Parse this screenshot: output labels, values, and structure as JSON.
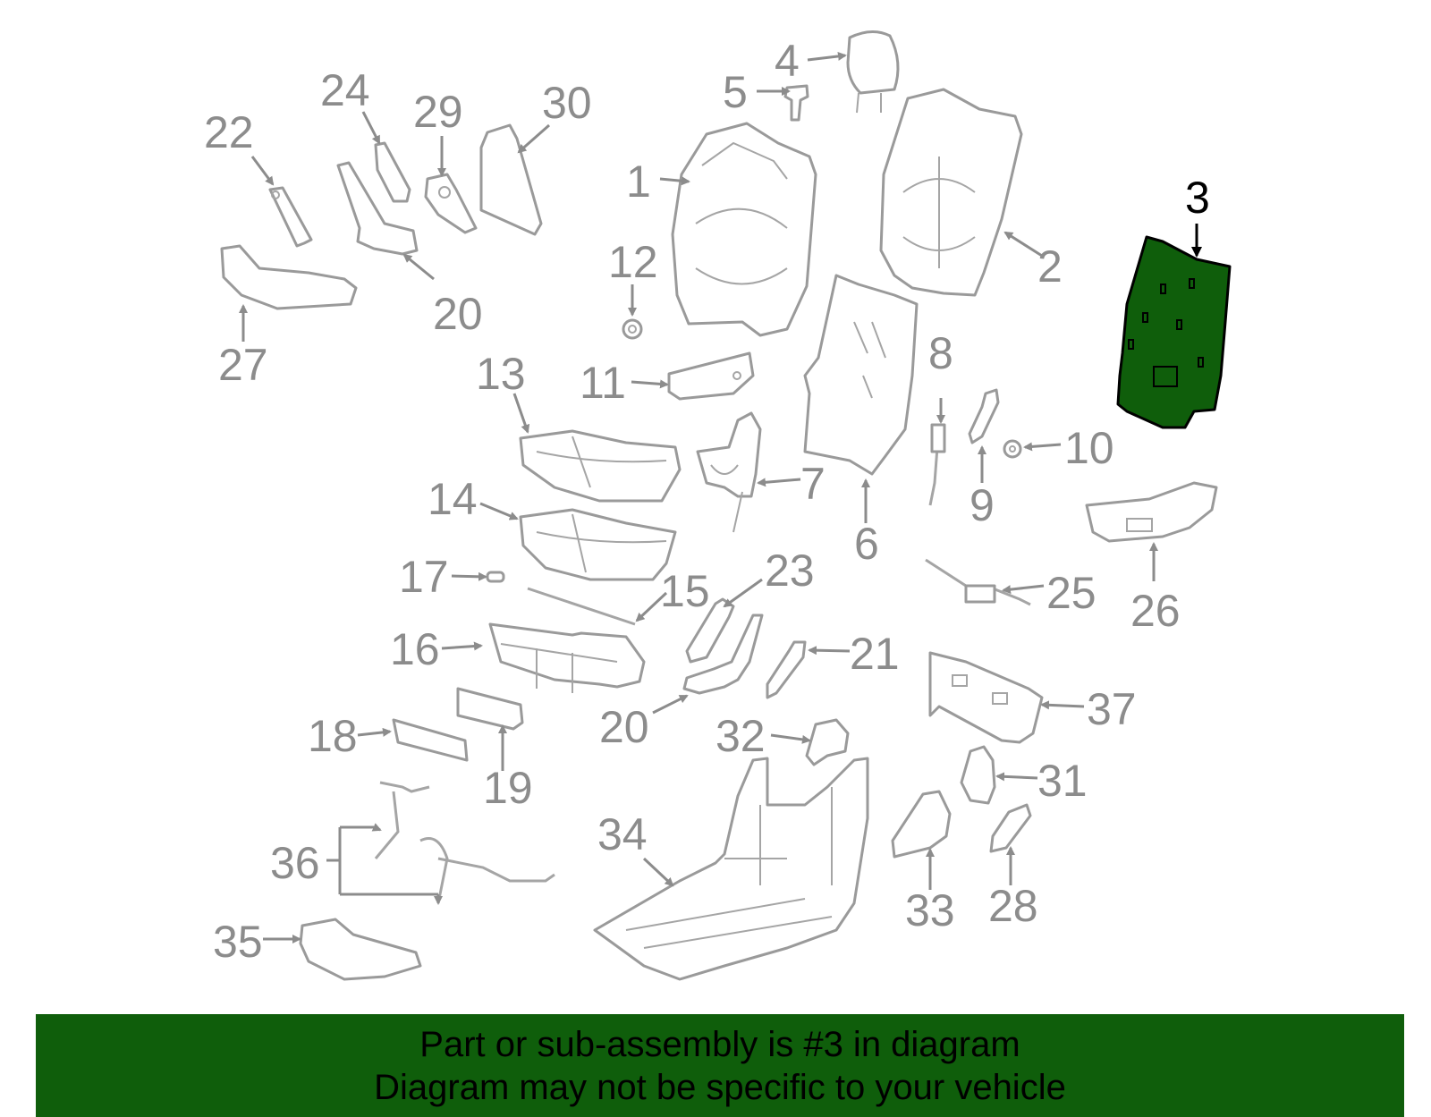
{
  "diagram": {
    "highlight_color": "#0f5e0b",
    "callouts": [
      "1",
      "2",
      "3",
      "4",
      "5",
      "6",
      "7",
      "8",
      "9",
      "10",
      "11",
      "12",
      "13",
      "14",
      "15",
      "16",
      "17",
      "18",
      "19",
      "20",
      "20",
      "21",
      "22",
      "23",
      "24",
      "25",
      "26",
      "27",
      "28",
      "29",
      "30",
      "31",
      "32",
      "33",
      "34",
      "35",
      "36",
      "37"
    ],
    "highlighted_callout": "3"
  },
  "banner": {
    "line1": "Part or sub-assembly is #3 in diagram",
    "line2": "Diagram may not be specific to your vehicle",
    "color": "#0f5e0b"
  }
}
